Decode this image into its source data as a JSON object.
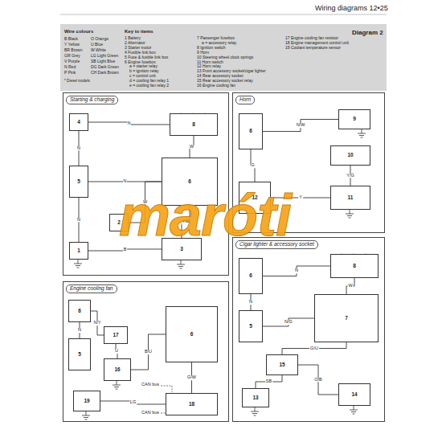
{
  "diagram": {
    "title": "Wiring diagrams 12•25",
    "nodes": [
      {
        "text": [
          "Starting & charging"
        ]
      },
      {
        "text": [
          "4"
        ],
        "in": 0
      },
      {
        "text": [
          "5"
        ],
        "in": 0
      },
      {
        "text": [
          "1"
        ],
        "in": 0
      },
      {
        "text": [
          "8"
        ],
        "in": 0
      },
      {
        "text": [
          "6"
        ],
        "in": 0
      },
      {
        "text": [
          "2"
        ],
        "in": 0
      },
      {
        "text": [
          "3"
        ],
        "in": 0
      },
      {
        "text": [
          "Horn"
        ]
      },
      {
        "text": [
          "6"
        ],
        "in": 8
      },
      {
        "text": [
          "12"
        ],
        "in": 8
      },
      {
        "text": [
          "9"
        ],
        "in": 8
      },
      {
        "text": [
          "10"
        ],
        "in": 8
      },
      {
        "text": [
          "11"
        ],
        "in": 8
      },
      {
        "text": [
          "Engine cooling fan"
        ]
      },
      {
        "text": [
          "6"
        ],
        "in": 14
      },
      {
        "text": [
          "5"
        ],
        "in": 14
      },
      {
        "text": [
          "16"
        ],
        "in": 14
      },
      {
        "text": [
          "17"
        ],
        "in": 14
      },
      {
        "text": [
          "6"
        ],
        "in": 14
      },
      {
        "text": [
          "18"
        ],
        "in": 14
      },
      {
        "text": [
          "19"
        ],
        "in": 14
      },
      {
        "text": [
          "Cigar lighter & accessory socket"
        ]
      },
      {
        "text": [
          "6"
        ],
        "in": 22
      },
      {
        "text": [
          "5"
        ],
        "in": 22
      },
      {
        "text": [
          "8"
        ],
        "in": 22
      },
      {
        "text": [
          "7"
        ],
        "in": 22
      },
      {
        "text": [
          "15"
        ],
        "in": 22
      },
      {
        "text": [
          "13"
        ],
        "in": 22
      },
      {
        "text": [
          "14"
        ],
        "in": 22
      }
    ],
    "edges": [
      {
        "from": 1,
        "to": 2,
        "arrow": "none",
        "label": "N"
      },
      {
        "from": 3,
        "to": 2,
        "arrow": "none",
        "label": "N"
      },
      {
        "from": 1,
        "to": 4,
        "arrow": "none",
        "label": "N"
      },
      {
        "from": 4,
        "to": 5,
        "arrow": "none",
        "label": "W"
      },
      {
        "from": 2,
        "to": 5,
        "arrow": "none",
        "label": "N"
      },
      {
        "from": 6,
        "to": 5,
        "arrow": "none",
        "label": "W"
      },
      {
        "from": 5,
        "to": 7,
        "arrow": "none",
        "label": "Y/B"
      },
      {
        "from": 3,
        "to": 7,
        "arrow": "none",
        "label": "B"
      },
      {
        "from": 9,
        "to": 10,
        "arrow": "none",
        "label": "G"
      },
      {
        "from": 9,
        "to": 11,
        "arrow": "none",
        "label": "N/W"
      },
      {
        "from": 10,
        "to": 13,
        "arrow": "none",
        "label": "Y"
      },
      {
        "from": 12,
        "to": 13,
        "arrow": "none",
        "label": "Y/G"
      },
      {
        "from": 15,
        "to": 16,
        "arrow": "none",
        "label": "N"
      },
      {
        "from": 15,
        "to": 18,
        "arrow": "none",
        "label": "N/Y"
      },
      {
        "from": 18,
        "to": 17,
        "arrow": "none",
        "label": "U"
      },
      {
        "from": 17,
        "to": 19,
        "arrow": "none",
        "label": "B/U"
      },
      {
        "from": 20,
        "to": 19,
        "arrow": "none",
        "label": "G/W"
      },
      {
        "from": 21,
        "to": 20,
        "arrow": "none",
        "label": "LG"
      },
      {
        "from": 23,
        "to": 24,
        "arrow": "none",
        "label": "N"
      },
      {
        "from": 23,
        "to": 25,
        "arrow": "none",
        "label": "N"
      },
      {
        "from": 25,
        "to": 26,
        "arrow": "none",
        "label": "W"
      },
      {
        "from": 24,
        "to": 26,
        "arrow": "none",
        "label": "N/G"
      },
      {
        "from": 26,
        "to": 27,
        "arrow": "none",
        "label": "G/U"
      },
      {
        "from": 27,
        "to": 28,
        "arrow": "none",
        "label": "SB"
      },
      {
        "from": 27,
        "to": 29,
        "arrow": "none",
        "label": "O/B"
      }
    ],
    "labels": [
      "Diagram 2",
      "Wire colours",
      "Key to items",
      "B Black",
      "O Orange",
      "Y Yellow",
      "U Blue",
      "BR Brown",
      "W White",
      "GR Grey",
      "LG Light Green",
      "V Purple",
      "SB Light Blue",
      "N Red",
      "DG Dark Green",
      "P Pink",
      "CH Dark Brown",
      "* Diesel models",
      "1 Battery",
      "2 Alternator",
      "3 Starter motor",
      "4 Fusible link box",
      "5 Fuse & fusible link box",
      "6 Engine fusebox",
      "a = starter relay",
      "b = ignition relay",
      "c = control unit",
      "d = cooling fan relay 1",
      "e = cooling fan relay 2",
      "7 Passenger fusebox",
      "a = accessory relay",
      "8 Ignition switch",
      "9 Horn",
      "10 Steering wheel clock springs",
      "11 Horn switch",
      "12 Horn relay",
      "13 Front accessory socket/cigar lighter",
      "14 Rear accessory socket",
      "15 Rear accessory socket relay",
      "16 Engine cooling fan",
      "17 Engine cooling fan resistor",
      "18 Engine management control unit",
      "19 Coolant temperature sensor",
      "CAN bus",
      "CAN bus",
      "maróti"
    ]
  }
}
